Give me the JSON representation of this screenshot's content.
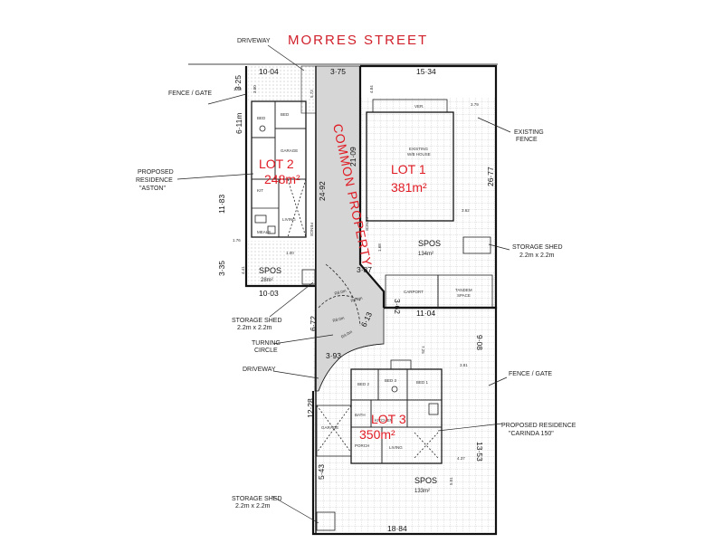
{
  "street": {
    "name": "MORRES   STREET"
  },
  "common_property": {
    "label": "COMMON PROPERTY"
  },
  "lots": [
    {
      "name": "LOT 1",
      "area": "381m²"
    },
    {
      "name": "LOT 2",
      "area": "248m²"
    },
    {
      "name": "LOT 3",
      "area": "350m²"
    }
  ],
  "callouts": {
    "driveway_top": "DRIVEWAY",
    "fence_gate_left": [
      "FENCE / GATE"
    ],
    "proposed_residence_lot2": [
      "PROPOSED",
      "RESIDENCE",
      "\"ASTON\""
    ],
    "storage_shed_lot2": [
      "STORAGE SHED",
      "2.2m x 2.2m"
    ],
    "turning_circle": [
      "TURNING",
      "CIRCLE"
    ],
    "driveway_lower": "DRIVEWAY",
    "storage_shed_lot3": [
      "STORAGE SHED",
      "2.2m x 2.2m"
    ],
    "existing_fence": [
      "EXISTING",
      "FENCE"
    ],
    "storage_shed_lot1": [
      "STORAGE SHED",
      "2.2m x 2.2m"
    ],
    "fence_gate_right": [
      "FENCE / GATE"
    ],
    "proposed_residence_lot3": [
      "PROPOSED RESIDENCE",
      "\"CARINDA 150\""
    ]
  },
  "plan_labels": {
    "existing_house": [
      "EXISTING",
      "W/B HOUSE"
    ],
    "verandah": "VER.",
    "carport": "CARPORT",
    "tandem_space": [
      "TANDEM",
      "SPACE"
    ],
    "fence_common_a": "FENCE",
    "fence_common_b": "FENCE",
    "radius_a": "R8.0m",
    "radius_b": "R4.0m",
    "radius_c": "R8.0m",
    "radius_d": "R4.0m"
  },
  "spos": [
    {
      "label": "SPOS",
      "area": "134m²"
    },
    {
      "label": "SPOS",
      "area": "28m²"
    },
    {
      "label": "SPOS",
      "area": "133m²"
    }
  ],
  "dimensions": {
    "lot2_top": "10·04",
    "cp_top": "3·75",
    "lot1_top": "15·34",
    "lot2_left_top": "3·25",
    "lot2_gate_width": "1.48",
    "lot2_house_setback": "3.00",
    "lot2_left_a": "6·11m",
    "driveway_len": "5.73",
    "lot1_ver_setback": "4.84",
    "lot1_right_setback": "3.79",
    "cp_length_a": "21·09",
    "cp_length_b": "24·92",
    "lot1_right": "26·77",
    "lot1_rear_setback": "3.62",
    "lot2_left_b": "11·83",
    "lot2_bottom_setback": "1.00",
    "lot2_side_setback": "1.76",
    "lot2_rear_setback": "4.41",
    "lot1_carport_setback": "1.68",
    "lot2_left_c": "3·35",
    "cp_diag": "3·87",
    "lot2_bottom": "10·03",
    "cp_neck": "3·62",
    "lot3_top": "11·04",
    "lot3_left_a": "6·72",
    "turning_chord": "6·13",
    "lot3_house_setback": "7.25",
    "lot3_right_a": "9·08",
    "cp_bottom": "3·93",
    "lot3_right_setback": "3.81",
    "lot3_left_b": "12·28",
    "lot3_right_b": "13·53",
    "lot3_side_setback": "4.37",
    "lot3_rear_setback": "5.01",
    "lot3_left_c": "5·43",
    "lot3_bottom": "18·84"
  },
  "room_labels": {
    "lot2": [
      "BED",
      "BED",
      "KIT",
      "MEALS",
      "LIVING",
      "GARAGE"
    ],
    "lot3": [
      "BED 2",
      "BED 3",
      "BED 1",
      "BATH",
      "KITCHEN",
      "LIVING",
      "GARAGE",
      "PORCH"
    ]
  }
}
